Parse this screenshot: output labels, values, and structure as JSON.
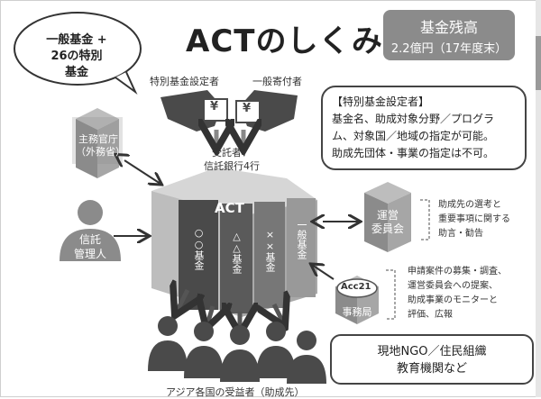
{
  "title": "ACTのしくみ",
  "fund_balance": {
    "label": "基金残高",
    "value": "2.2億円（17年度末）"
  },
  "bubble": {
    "line1": "一般基金 +",
    "line2": "26の特別",
    "line3": "基金"
  },
  "donors": {
    "special": "特別基金設定者",
    "general": "一般寄付者",
    "yen": "¥"
  },
  "trustee": {
    "line1": "受託者：",
    "line2": "信託銀行4行"
  },
  "ministry": {
    "line1": "主務官庁",
    "line2": "（外務省）"
  },
  "trust_manager": {
    "line1": "信託",
    "line2": "管理人"
  },
  "act_cube": {
    "label": "ACT",
    "funds": [
      "○○基金",
      "△△基金",
      "××基金",
      "一般基金"
    ]
  },
  "committee": {
    "line1": "運営",
    "line2": "委員会"
  },
  "committee_notes": [
    "助成先の選考と",
    "重要事項に関する",
    "助言・勧告"
  ],
  "info_box": {
    "lines": [
      "【特別基金設定者】",
      "基金名、助成対象分野／プログラ",
      "ム、対象国／地域の指定が可能。",
      "助成先団体・事業の指定は不可。"
    ]
  },
  "secretariat": {
    "logo": "Acc21",
    "label": "事務局"
  },
  "secretariat_notes": [
    "申請案件の募集・調査、",
    "運営委員会への提案、",
    "助成事業のモニターと",
    "評価、広報"
  ],
  "ngo_box": {
    "line1": "現地NGO／住民組織",
    "line2": "教育機関など"
  },
  "recipients_caption": "アジア各国の受益者（助成先）",
  "colors": {
    "dark": "#4a4a4a",
    "mid": "#8b8b8b",
    "light": "#bdbdbd"
  }
}
